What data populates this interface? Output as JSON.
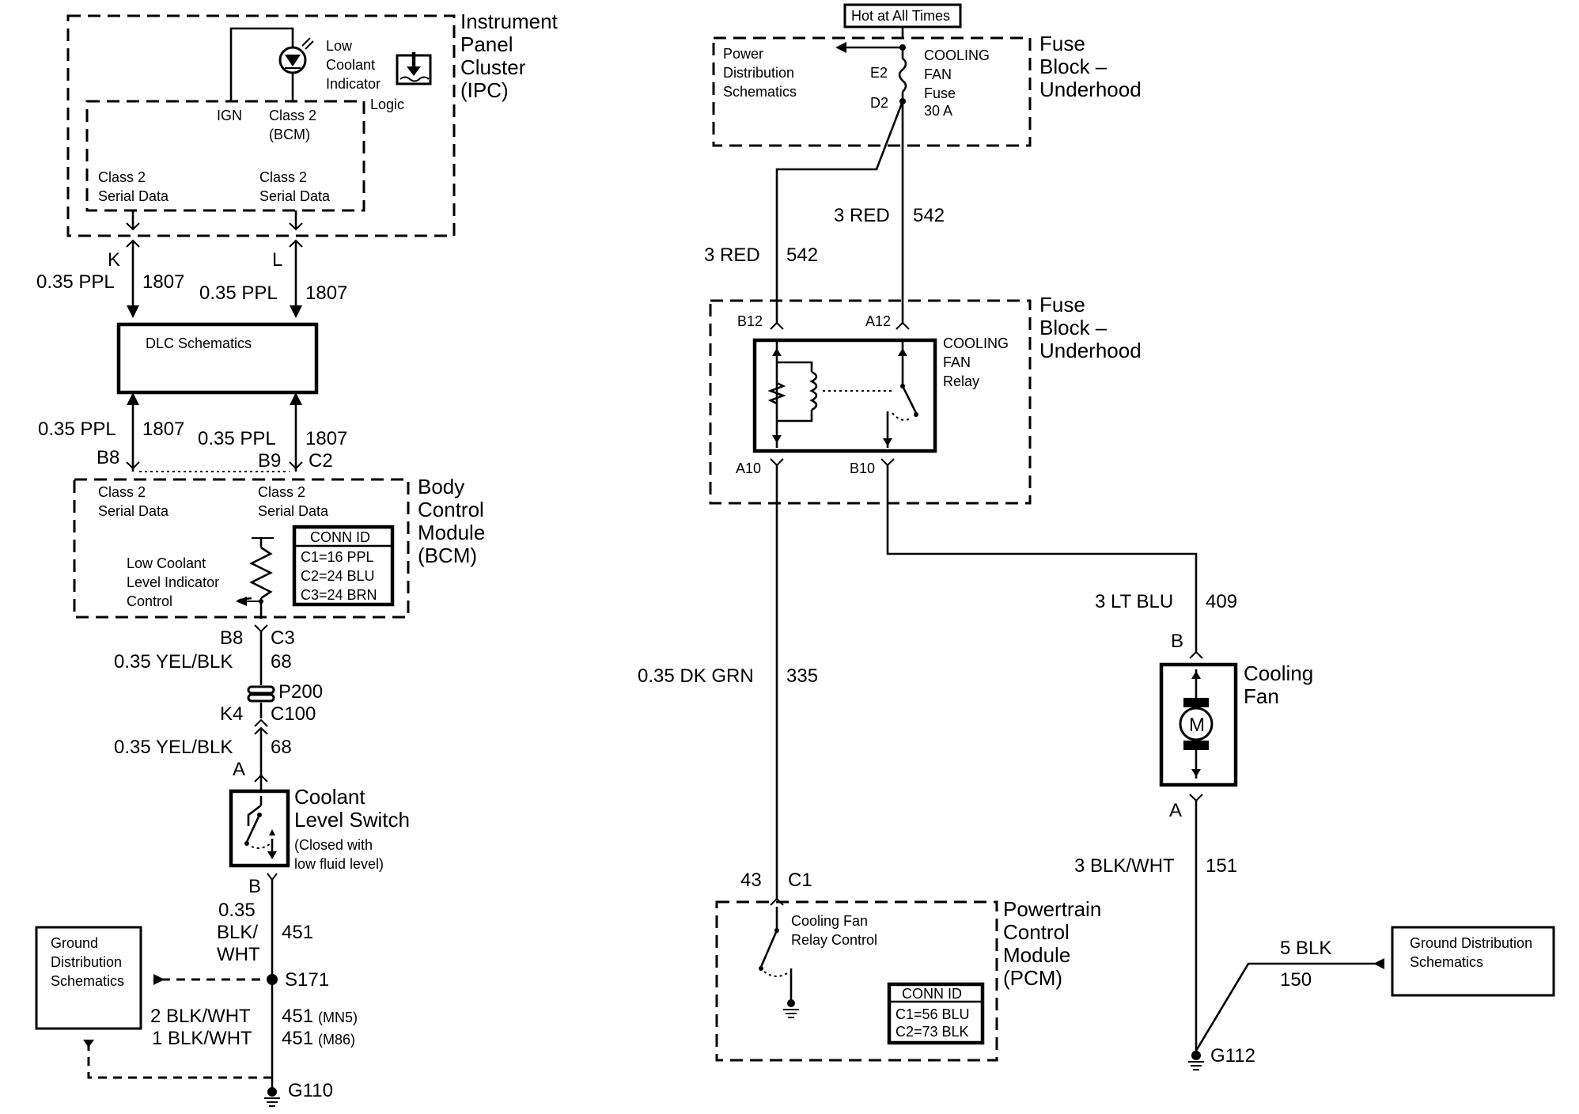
{
  "ipc": {
    "title": [
      "Instrument",
      "Panel",
      "Cluster",
      "(IPC)"
    ],
    "indicator": [
      "Low",
      "Coolant",
      "Indicator"
    ],
    "logic": "Logic",
    "ign": "IGN",
    "class2_bcm": [
      "Class 2",
      "(BCM)"
    ],
    "serial_left": [
      "Class 2",
      "Serial Data"
    ],
    "serial_right": [
      "Class 2",
      "Serial Data"
    ]
  },
  "ipc_wires": {
    "left_pin": "K",
    "left_gauge": "0.35 PPL",
    "left_circuit": "1807",
    "right_pin": "L",
    "right_gauge": "0.35 PPL",
    "right_circuit": "1807"
  },
  "dlc": {
    "label": "DLC Schematics"
  },
  "dlc_wires": {
    "left_gauge": "0.35 PPL",
    "left_circuit": "1807",
    "left_pin": "B8",
    "right_gauge": "0.35 PPL",
    "right_circuit": "1807",
    "right_pin": "B9",
    "right_conn": "C2"
  },
  "bcm": {
    "title": [
      "Body",
      "Control",
      "Module",
      "(BCM)"
    ],
    "serial_left": [
      "Class 2",
      "Serial Data"
    ],
    "serial_right": [
      "Class 2",
      "Serial Data"
    ],
    "control": [
      "Low Coolant",
      "Level Indicator",
      "Control"
    ],
    "conn_id": {
      "header": "CONN ID",
      "rows": [
        "C1=16 PPL",
        "C2=24 BLU",
        "C3=24 BRN"
      ]
    }
  },
  "bcm_out": {
    "pin": "B8",
    "conn": "C3",
    "gauge": "0.35 YEL/BLK",
    "circuit": "68",
    "splice": "P200",
    "k_pin": "K4",
    "k_conn": "C100",
    "gauge2": "0.35 YEL/BLK",
    "circuit2": "68",
    "switch_pin": "A"
  },
  "coolant_switch": {
    "title": [
      "Coolant",
      "Level Switch"
    ],
    "note": [
      "(Closed with",
      "low fluid level)"
    ],
    "pin_b": "B"
  },
  "ground_left": {
    "gauge": [
      "0.35",
      "BLK/",
      "WHT"
    ],
    "circuit": "451",
    "splice": "S171",
    "dist": [
      "Ground",
      "Distribution",
      "Schematics"
    ],
    "mn5_gauge": "2 BLK/WHT",
    "mn5_circuit": "451",
    "mn5_option": "(MN5)",
    "m86_gauge": "1 BLK/WHT",
    "m86_circuit": "451",
    "m86_option": "(M86)",
    "ground": "G110"
  },
  "fuse_top": {
    "hot": "Hot at All Times",
    "pds": [
      "Power",
      "Distribution",
      "Schematics"
    ],
    "fuse": [
      "COOLING",
      "FAN",
      "Fuse",
      "30 A"
    ],
    "e2": "E2",
    "d2": "D2",
    "title": [
      "Fuse",
      "Block –",
      "Underhood"
    ]
  },
  "feed_wires": {
    "center_gauge": "3 RED",
    "center_circuit": "542",
    "left_gauge": "3 RED",
    "left_circuit": "542"
  },
  "fuse_relay": {
    "title": [
      "Fuse",
      "Block –",
      "Underhood"
    ],
    "b12": "B12",
    "a12": "A12",
    "a10": "A10",
    "b10": "B10",
    "relay": [
      "COOLING",
      "FAN",
      "Relay"
    ]
  },
  "fan_wires": {
    "gauge": "3 LT BLU",
    "circuit": "409",
    "pin_b": "B",
    "fan": [
      "Cooling",
      "Fan"
    ],
    "motor": "M",
    "pin_a": "A",
    "gnd_gauge": "3 BLK/WHT",
    "gnd_circuit": "151"
  },
  "pcm_wire": {
    "gauge": "0.35 DK GRN",
    "circuit": "335",
    "pin": "43",
    "conn": "C1"
  },
  "pcm": {
    "title": [
      "Powertrain",
      "Control",
      "Module",
      "(PCM)"
    ],
    "control": [
      "Cooling Fan",
      "Relay Control"
    ],
    "conn_id": {
      "header": "CONN ID",
      "rows": [
        "C1=56 BLU",
        "C2=73 BLK"
      ]
    }
  },
  "ground_right": {
    "gauge": "5 BLK",
    "circuit": "150",
    "dist": [
      "Ground Distribution",
      "Schematics"
    ],
    "ground": "G112"
  }
}
